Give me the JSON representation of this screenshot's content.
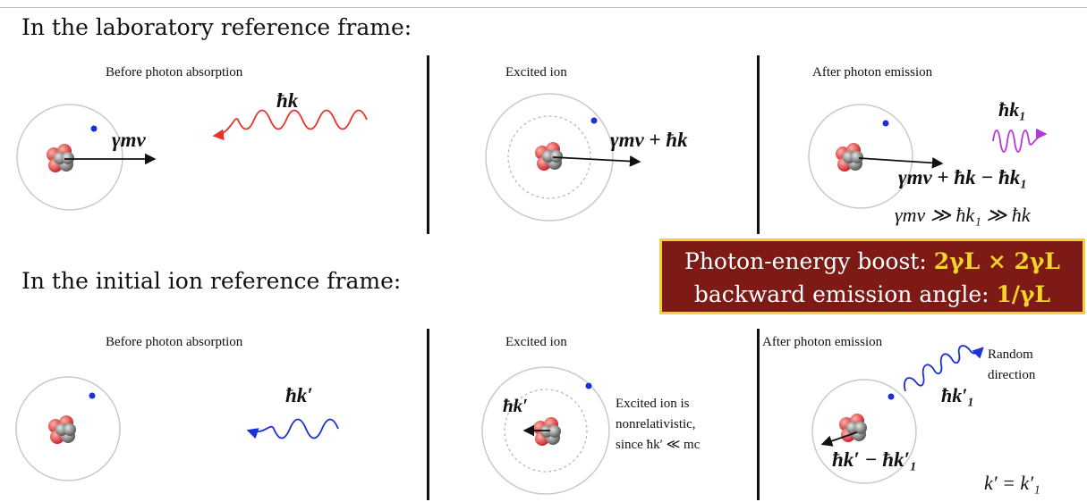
{
  "lab_frame": {
    "heading": "In the laboratory reference frame:",
    "before": {
      "title": "Before photon absorption",
      "momentum": "γmv",
      "photon": "ħk"
    },
    "excited": {
      "title": "Excited ion",
      "momentum": "γmv + ħk"
    },
    "after": {
      "title": "After photon emission",
      "photon": "ħk₁",
      "momentum": "γmv + ħk − ħk₁",
      "inequality": "γmv ≫ ħk₁ ≫ ħk"
    }
  },
  "boost_box": {
    "line1_text": "Photon-energy boost: ",
    "line1_value": "2γL × 2γL",
    "line2_text": "backward emission angle: ",
    "line2_value": "1/γL"
  },
  "ion_frame": {
    "heading": "In the initial ion reference frame:",
    "before": {
      "title": "Before photon absorption",
      "photon": "ħk′"
    },
    "excited": {
      "title": "Excited ion",
      "photon": "ħk′",
      "note_line1": "Excited ion is",
      "note_line2": "nonrelativistic,",
      "note_line3": "since  ħk′ ≪ mc"
    },
    "after": {
      "title": "After photon emission",
      "direction_line1": "Random",
      "direction_line2": "direction",
      "photon": "ħk′₁",
      "recoil": "ħk′ − ħk′₁",
      "equality": "k′ = k′₁"
    }
  },
  "colors": {
    "absorbed_photon_lab": "#e8312a",
    "emitted_photon_lab": "#b536d9",
    "photon_ion_frame": "#1a2fd6",
    "electron": "#1a2fd6",
    "box_fill": "#7d1a16",
    "box_border": "#f2d230",
    "highlight": "#f4d424"
  }
}
